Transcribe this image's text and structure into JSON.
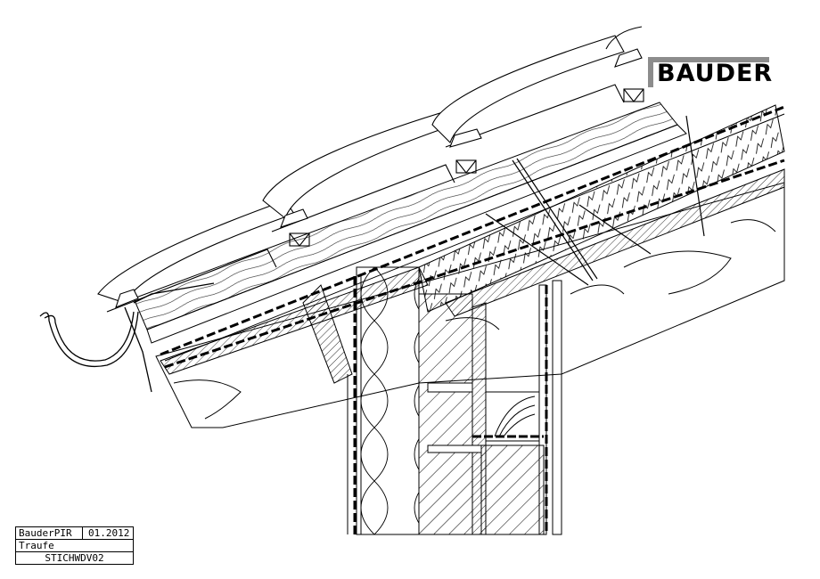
{
  "logo": {
    "text": "BAUDER"
  },
  "title_block": {
    "product": "BauderPIR",
    "date": "01.2012",
    "detail_name": "Traufe",
    "drawing_code": "STICHWDV02"
  },
  "colors": {
    "line": "#000000",
    "logo_bar": "#8c8c8c",
    "background": "#ffffff"
  }
}
